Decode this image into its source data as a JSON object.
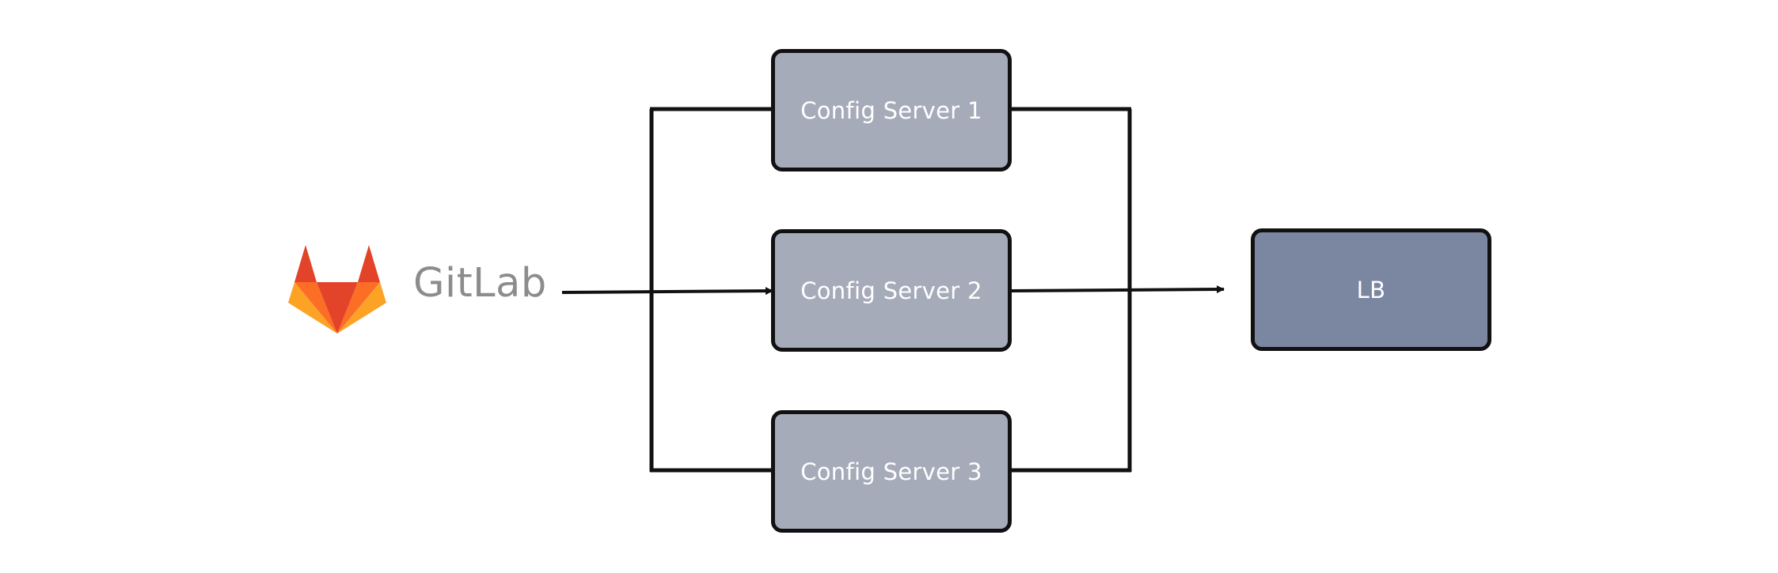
{
  "brand": {
    "name": "GitLab",
    "colors": {
      "red": "#e24329",
      "orange": "#fc6d26",
      "yellow": "#fca326",
      "wordmark": "#8c8c8c"
    }
  },
  "nodes": {
    "config_server_1": "Config Server 1",
    "config_server_2": "Config Server 2",
    "config_server_3": "Config Server 3",
    "lb": "LB"
  },
  "colors": {
    "config_fill": "#a5abb9",
    "lb_fill": "#7b86a1",
    "line": "#111111",
    "text": "#ffffff"
  }
}
